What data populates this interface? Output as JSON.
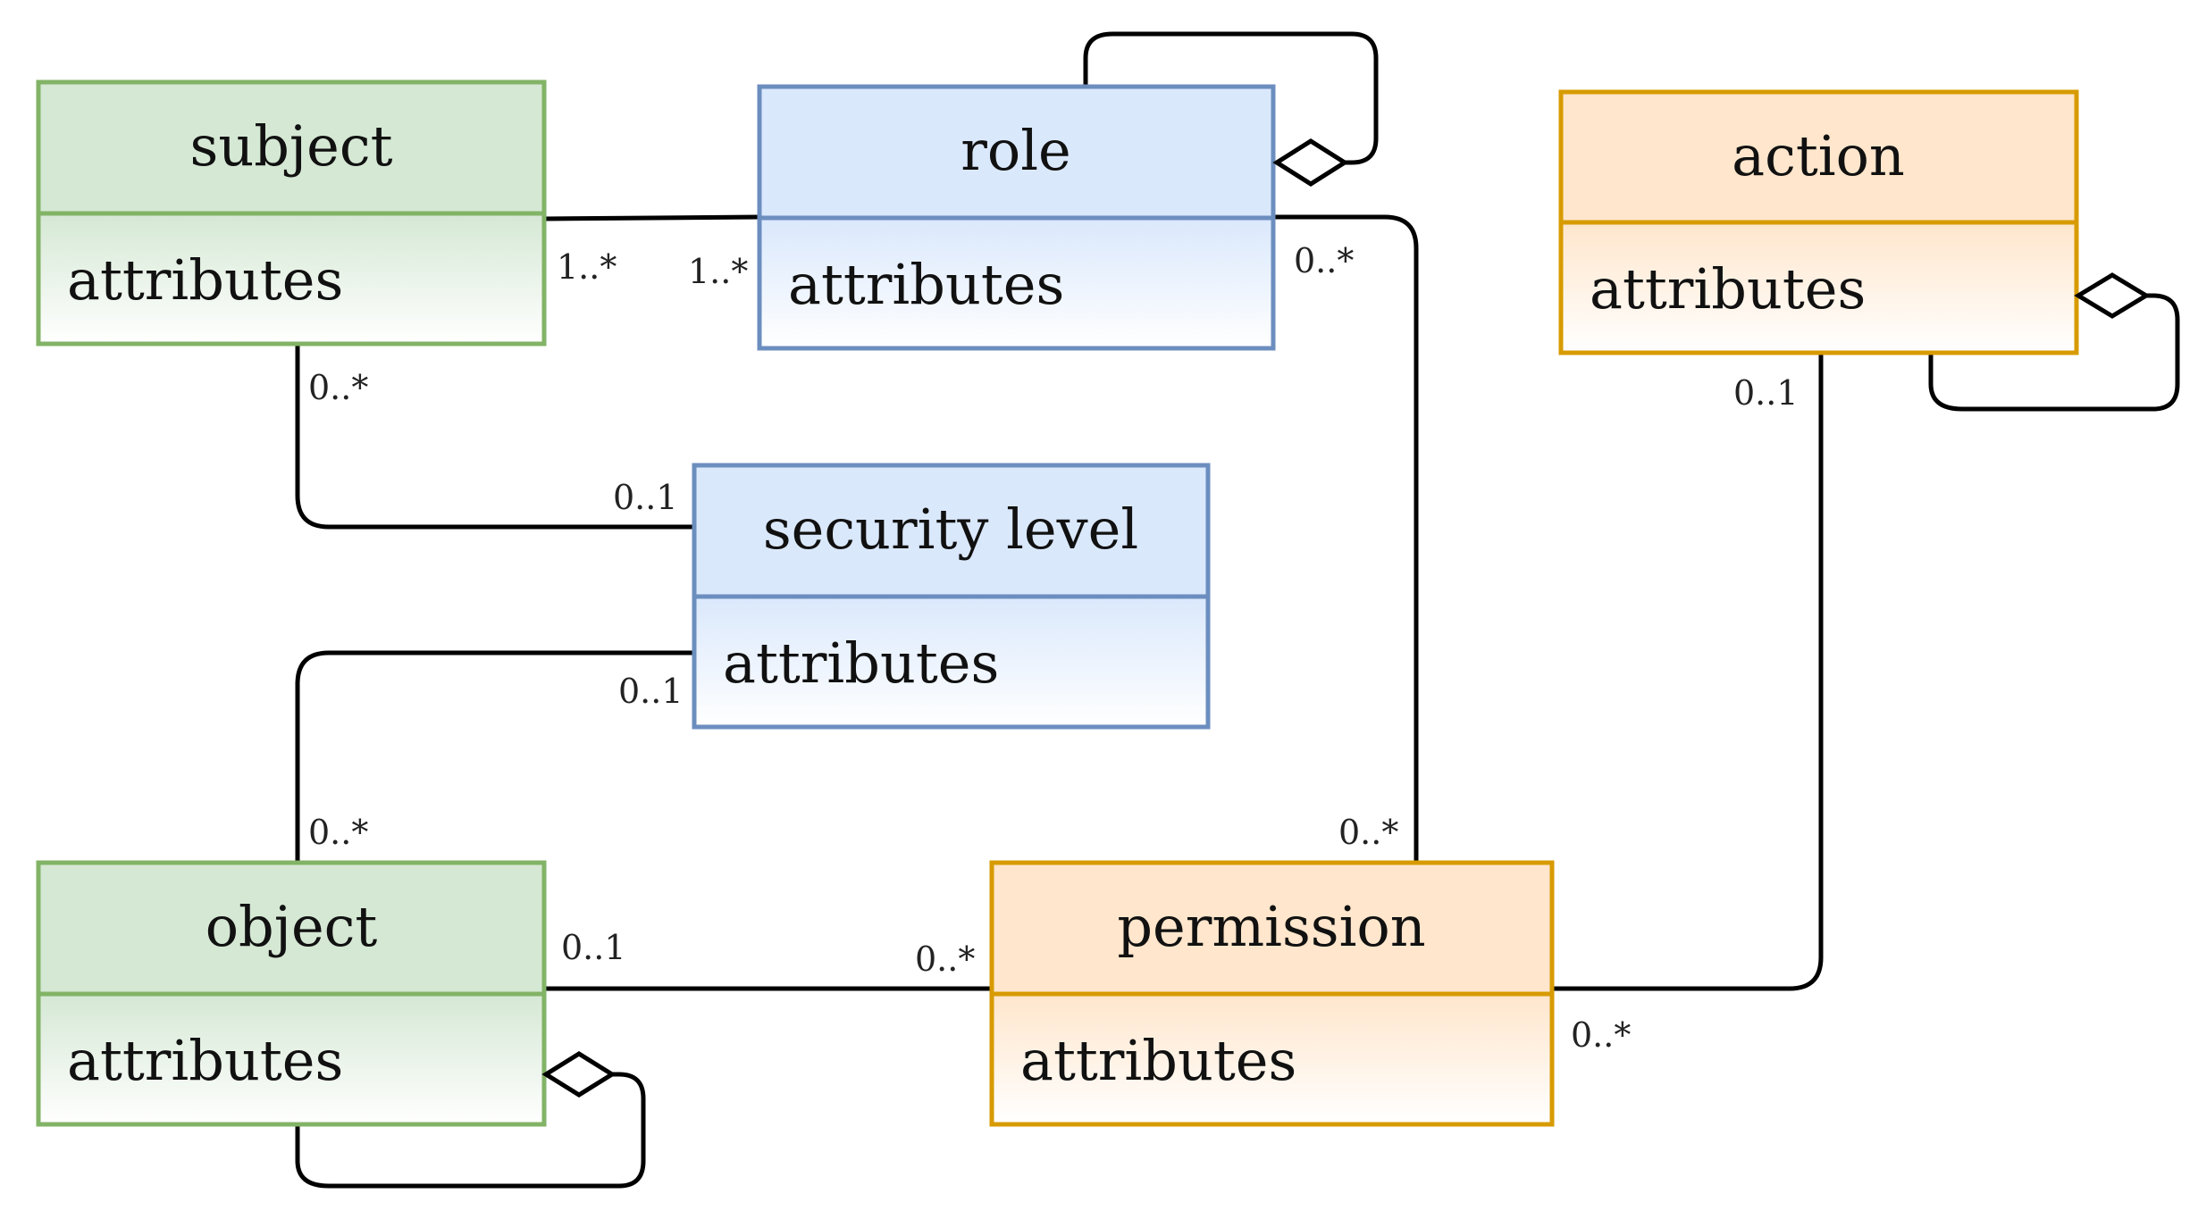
{
  "colors": {
    "green_header": "#d5e8d4",
    "green_border": "#82b366",
    "blue_header": "#dae8fc",
    "blue_border": "#6c8ebf",
    "orange_header": "#ffe6cc",
    "orange_border": "#d79b00",
    "line": "#000000"
  },
  "classes": {
    "subject": {
      "title": "subject",
      "attributes": "attributes"
    },
    "role": {
      "title": "role",
      "attributes": "attributes"
    },
    "action": {
      "title": "action",
      "attributes": "attributes"
    },
    "security_level": {
      "title": "security level",
      "attributes": "attributes"
    },
    "object": {
      "title": "object",
      "attributes": "attributes"
    },
    "permission": {
      "title": "permission",
      "attributes": "attributes"
    }
  },
  "multiplicities": {
    "subject_role_at_subject": "1..*",
    "subject_role_at_role": "1..*",
    "role_permission_at_role": "0..*",
    "role_permission_at_permission": "0..*",
    "subject_security_at_subject": "0..*",
    "subject_security_at_security": "0..1",
    "object_security_at_security": "0..1",
    "object_security_at_object": "0..*",
    "object_permission_at_object": "0..1",
    "object_permission_at_permission": "0..*",
    "action_permission_at_action": "0..1",
    "action_permission_at_permission": "0..*"
  }
}
